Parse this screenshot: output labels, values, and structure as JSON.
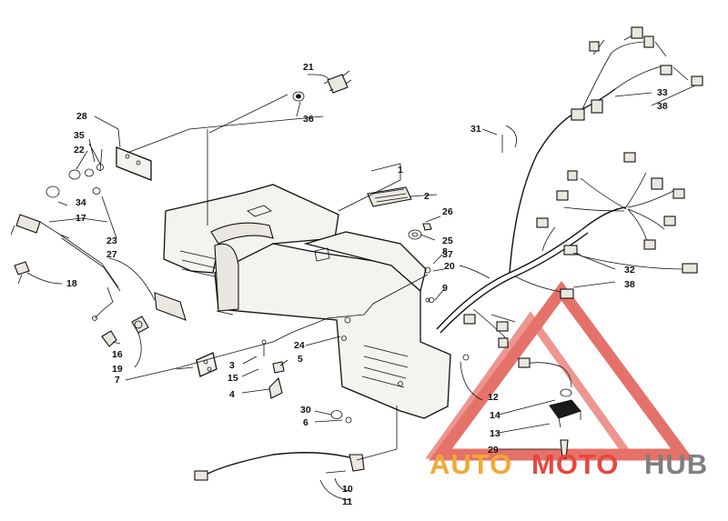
{
  "diagram": {
    "part_numbers": [
      "1",
      "2",
      "3",
      "4",
      "5",
      "6",
      "7",
      "8",
      "9",
      "10",
      "11",
      "12",
      "13",
      "14",
      "15",
      "16",
      "17",
      "18",
      "19",
      "20",
      "21",
      "22",
      "23",
      "24",
      "25",
      "26",
      "27",
      "28",
      "29",
      "30",
      "31",
      "32",
      "33",
      "34",
      "35",
      "36",
      "37",
      "38",
      "38"
    ],
    "watermark": {
      "brand_part1": "AUTO",
      "brand_part2": "MOTO",
      "brand_part3": "HUB",
      "colors": {
        "red": "#e8463c",
        "orange": "#f2a936",
        "gray": "#7f7f7f",
        "triangle": "#e0544a"
      }
    }
  }
}
